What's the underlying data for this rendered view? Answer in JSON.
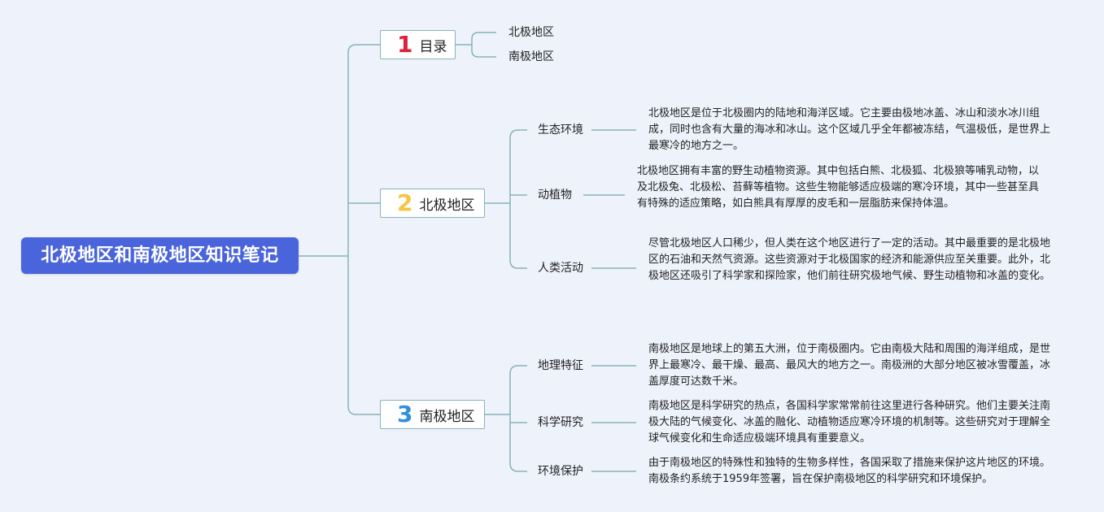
{
  "title": "北极地区和南极地区知识笔记",
  "colors": {
    "background": "#eef2fb",
    "root_fill": "#4a64db",
    "line": "#86b3b9",
    "num1": "#e0203a",
    "num2": "#f4c542",
    "num3": "#2f8fdc"
  },
  "branches": [
    {
      "num": "1",
      "label": "目录",
      "items": [
        {
          "label": "北极地区"
        },
        {
          "label": "南极地区"
        }
      ]
    },
    {
      "num": "2",
      "label": "北极地区",
      "items": [
        {
          "label": "生态环境",
          "desc": "北极地区是位于北极圈内的陆地和海洋区域。它主要由极地冰盖、冰山和淡水冰川组成，同时也含有大量的海冰和冰山。这个区域几乎全年都被冻结，气温极低，是世界上最寒冷的地方之一。"
        },
        {
          "label": "动植物",
          "desc": "北极地区拥有丰富的野生动植物资源。其中包括白熊、北极狐、北极狼等哺乳动物，以及北极兔、北极松、苔藓等植物。这些生物能够适应极端的寒冷环境，其中一些甚至具有特殊的适应策略，如白熊具有厚厚的皮毛和一层脂肪来保持体温。"
        },
        {
          "label": "人类活动",
          "desc": "尽管北极地区人口稀少，但人类在这个地区进行了一定的活动。其中最重要的是北极地区的石油和天然气资源。这些资源对于北极国家的经济和能源供应至关重要。此外，北极地区还吸引了科学家和探险家，他们前往研究极地气候、野生动植物和冰盖的变化。"
        }
      ]
    },
    {
      "num": "3",
      "label": "南极地区",
      "items": [
        {
          "label": "地理特征",
          "desc": "南极地区是地球上的第五大洲，位于南极圈内。它由南极大陆和周围的海洋组成，是世界上最寒冷、最干燥、最高、最风大的地方之一。南极洲的大部分地区被冰雪覆盖，冰盖厚度可达数千米。"
        },
        {
          "label": "科学研究",
          "desc": "南极地区是科学研究的热点，各国科学家常常前往这里进行各种研究。他们主要关注南极大陆的气候变化、冰盖的融化、动植物适应寒冷环境的机制等。这些研究对于理解全球气候变化和生命适应极端环境具有重要意义。"
        },
        {
          "label": "环境保护",
          "desc": "由于南极地区的特殊性和独特的生物多样性，各国采取了措施来保护这片地区的环境。南极条约系统于1959年签署，旨在保护南极地区的科学研究和环境保护。"
        }
      ]
    }
  ]
}
